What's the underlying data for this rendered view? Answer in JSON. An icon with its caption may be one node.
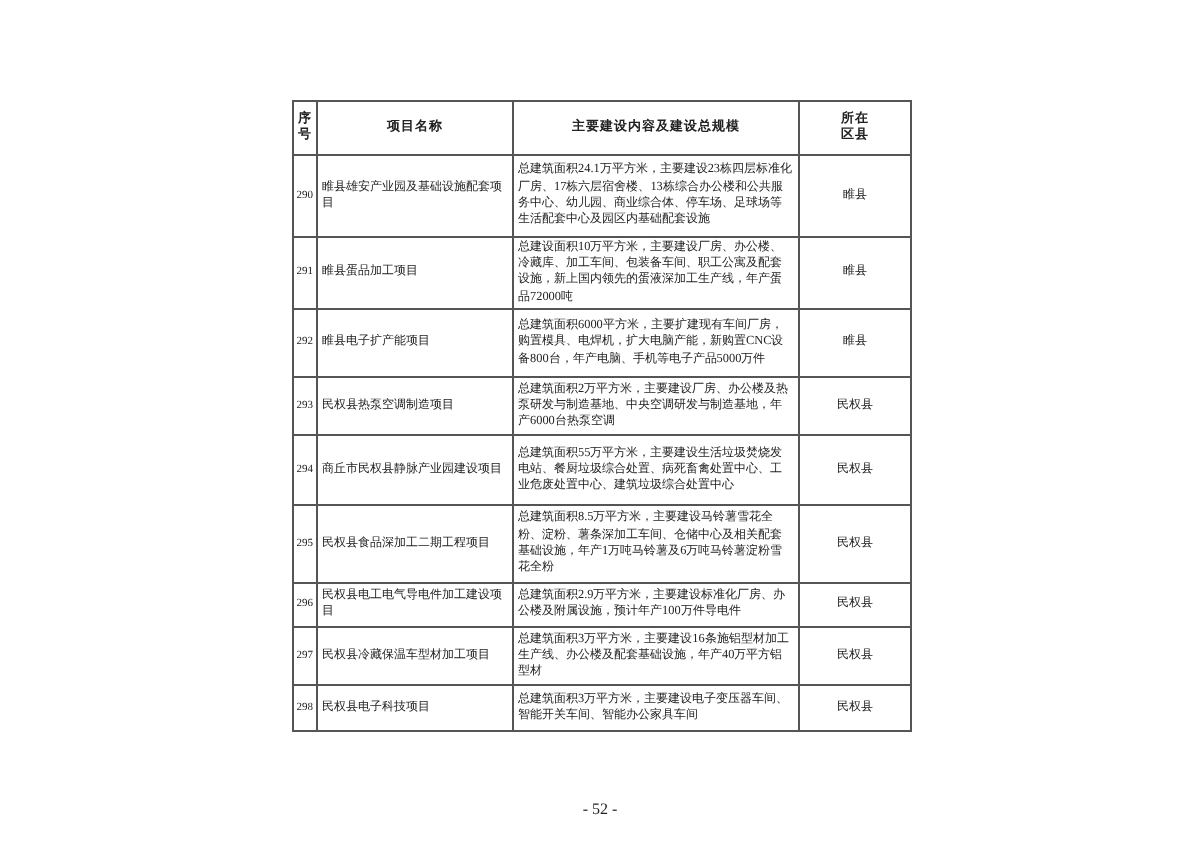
{
  "diagram": {
    "labels": [
      "序号",
      "项目名称",
      "主要建设内容及建设总规模",
      "所在区县",
      "290",
      "睢县雄安产业园及基础设施配套项目",
      "总建筑面积24.1万平方米，主要建设23栋四层标准化厂房、17栋六层宿舍楼、13栋综合办公楼和公共服务中心、幼儿园、商业综合体、停车场、足球场等生活配套中心及园区内基础配套设施",
      "睢县",
      "291",
      "睢县蛋品加工项目",
      "总建设面积10万平方米，主要建设厂房、办公楼、冷藏库、加工车间、包装备车间、职工公寓及配套设施，新上国内领先的蛋液深加工生产线，年产蛋品72000吨",
      "睢县",
      "292",
      "睢县电子扩产能项目",
      "总建筑面积6000平方米，主要扩建现有车间厂房，购置模具、电焊机，扩大电脑产能，新购置CNC设备800台，年产电脑、手机等电子产品5000万件",
      "睢县",
      "293",
      "民权县热泵空调制造项目",
      "总建筑面积2万平方米，主要建设厂房、办公楼及热泵研发与制造基地、中央空调研发与制造基地，年产6000台热泵空调",
      "民权县",
      "294",
      "商丘市民权县静脉产业园建设项目",
      "总建筑面积55万平方米，主要建设生活垃圾焚烧发电站、餐厨垃圾综合处置、病死畜禽处置中心、工业危废处置中心、建筑垃圾综合处置中心",
      "民权县",
      "295",
      "民权县食品深加工二期工程项目",
      "总建筑面积8.5万平方米，主要建设马铃薯雪花全粉、淀粉、薯条深加工车间、仓储中心及相关配套基础设施，年产1万吨马铃薯及6万吨马铃薯淀粉雪花全粉",
      "民权县",
      "296",
      "民权县电工电气导电件加工建设项目",
      "总建筑面积2.9万平方米，主要建设标准化厂房、办公楼及附属设施，预计年产100万件导电件",
      "民权县",
      "297",
      "民权县冷藏保温车型材加工项目",
      "总建筑面积3万平方米，主要建设16条施铝型材加工生产线、办公楼及配套基础设施，年产40万平方铝型材",
      "民权县",
      "298",
      "民权县电子科技项目",
      "总建筑面积3万平方米，主要建设电子变压器车间、智能开关车间、智能办公家具车间",
      "民权县",
      "- 52 -"
    ]
  }
}
